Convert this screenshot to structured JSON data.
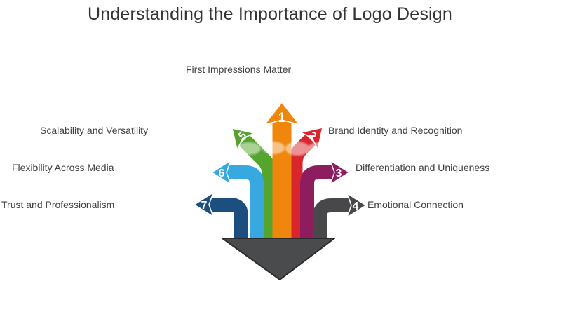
{
  "title": "Understanding the Importance of Logo Design",
  "items": [
    {
      "number": "1",
      "label": "First Impressions Matter",
      "color": "#F0860B"
    },
    {
      "number": "2",
      "label": "Brand Identity and Recognition",
      "color": "#D9262C"
    },
    {
      "number": "3",
      "label": "Differentiation and Uniqueness",
      "color": "#8E1D5F"
    },
    {
      "number": "4",
      "label": "Emotional Connection",
      "color": "#48484A"
    },
    {
      "number": "5",
      "label": "Scalability and Versatility",
      "color": "#54A42D"
    },
    {
      "number": "6",
      "label": "Flexibility Across Media",
      "color": "#38A8E0"
    },
    {
      "number": "7",
      "label": "Trust and Professionalism",
      "color": "#1D4E80"
    }
  ],
  "big_arrow": {
    "color": "#4A4B4D"
  }
}
